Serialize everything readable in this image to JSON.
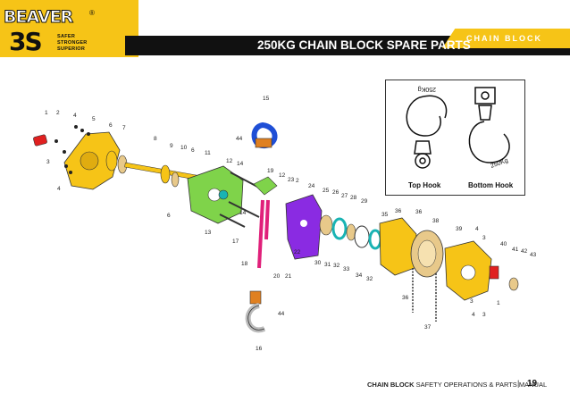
{
  "brand": {
    "name": "BEAVER",
    "mark": "3S",
    "reg": "®",
    "taglines": [
      "SAFER",
      "STRONGER",
      "SUPERIOR"
    ]
  },
  "header": {
    "title": "250KG CHAIN BLOCK SPARE PARTS",
    "section": "CHAIN BLOCK"
  },
  "inset": {
    "top_label": "Top Hook",
    "bottom_label": "Bottom Hook",
    "top_stamp": "250Kg",
    "bottom_stamp": "250Kg"
  },
  "part_labels": [
    "1",
    "2",
    "3",
    "4",
    "4",
    "5",
    "6",
    "7",
    "8",
    "9",
    "10",
    "6",
    "11",
    "12",
    "14",
    "13",
    "14",
    "15",
    "44",
    "19",
    "12",
    "23",
    "2",
    "24",
    "25",
    "26",
    "27",
    "28",
    "29",
    "17",
    "18",
    "22",
    "20",
    "21",
    "30",
    "31",
    "32",
    "33",
    "34",
    "32",
    "35",
    "36",
    "36",
    "38",
    "39",
    "4",
    "3",
    "40",
    "41",
    "42",
    "43",
    "1",
    "3",
    "4",
    "3",
    "36",
    "37",
    "44",
    "16",
    "6",
    "4",
    "3"
  ],
  "colors": {
    "yellow": "#f6c417",
    "green": "#7fd34a",
    "purple": "#8a2be2",
    "magenta": "#e0207a",
    "blue": "#1f4fd6",
    "red": "#e02020",
    "teal": "#19b3b3",
    "tan": "#e8c98a"
  },
  "footer": {
    "product": "CHAIN BLOCK",
    "text": " SAFETY OPERATIONS & PARTS MANUAL",
    "separator": "|",
    "page": "19"
  }
}
